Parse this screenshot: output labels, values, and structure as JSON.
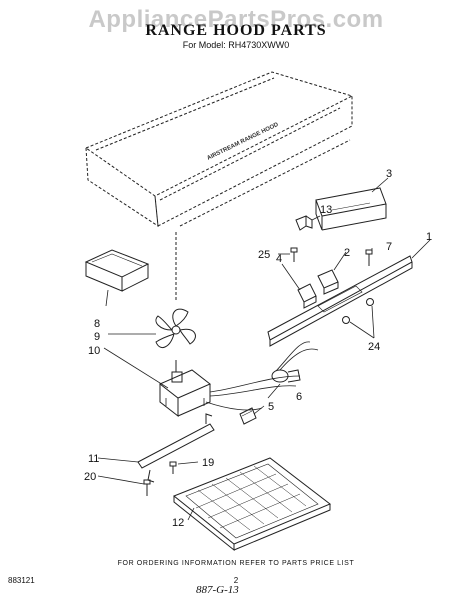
{
  "watermark": "AppliancePartsPros.com",
  "title": "RANGE HOOD PARTS",
  "subtitle": "For Model: RH4730XWW0",
  "hood_label": "AIRSTREAM RANGE HOOD",
  "callouts": [
    "1",
    "2",
    "3",
    "4",
    "5",
    "6",
    "7",
    "8",
    "9",
    "10",
    "11",
    "12",
    "13",
    "19",
    "20",
    "24",
    "25"
  ],
  "footer_note": "FOR ORDERING INFORMATION REFER TO PARTS PRICE LIST",
  "doc_code": "883121",
  "page_number": "2",
  "handwritten_code": "887-G-13"
}
